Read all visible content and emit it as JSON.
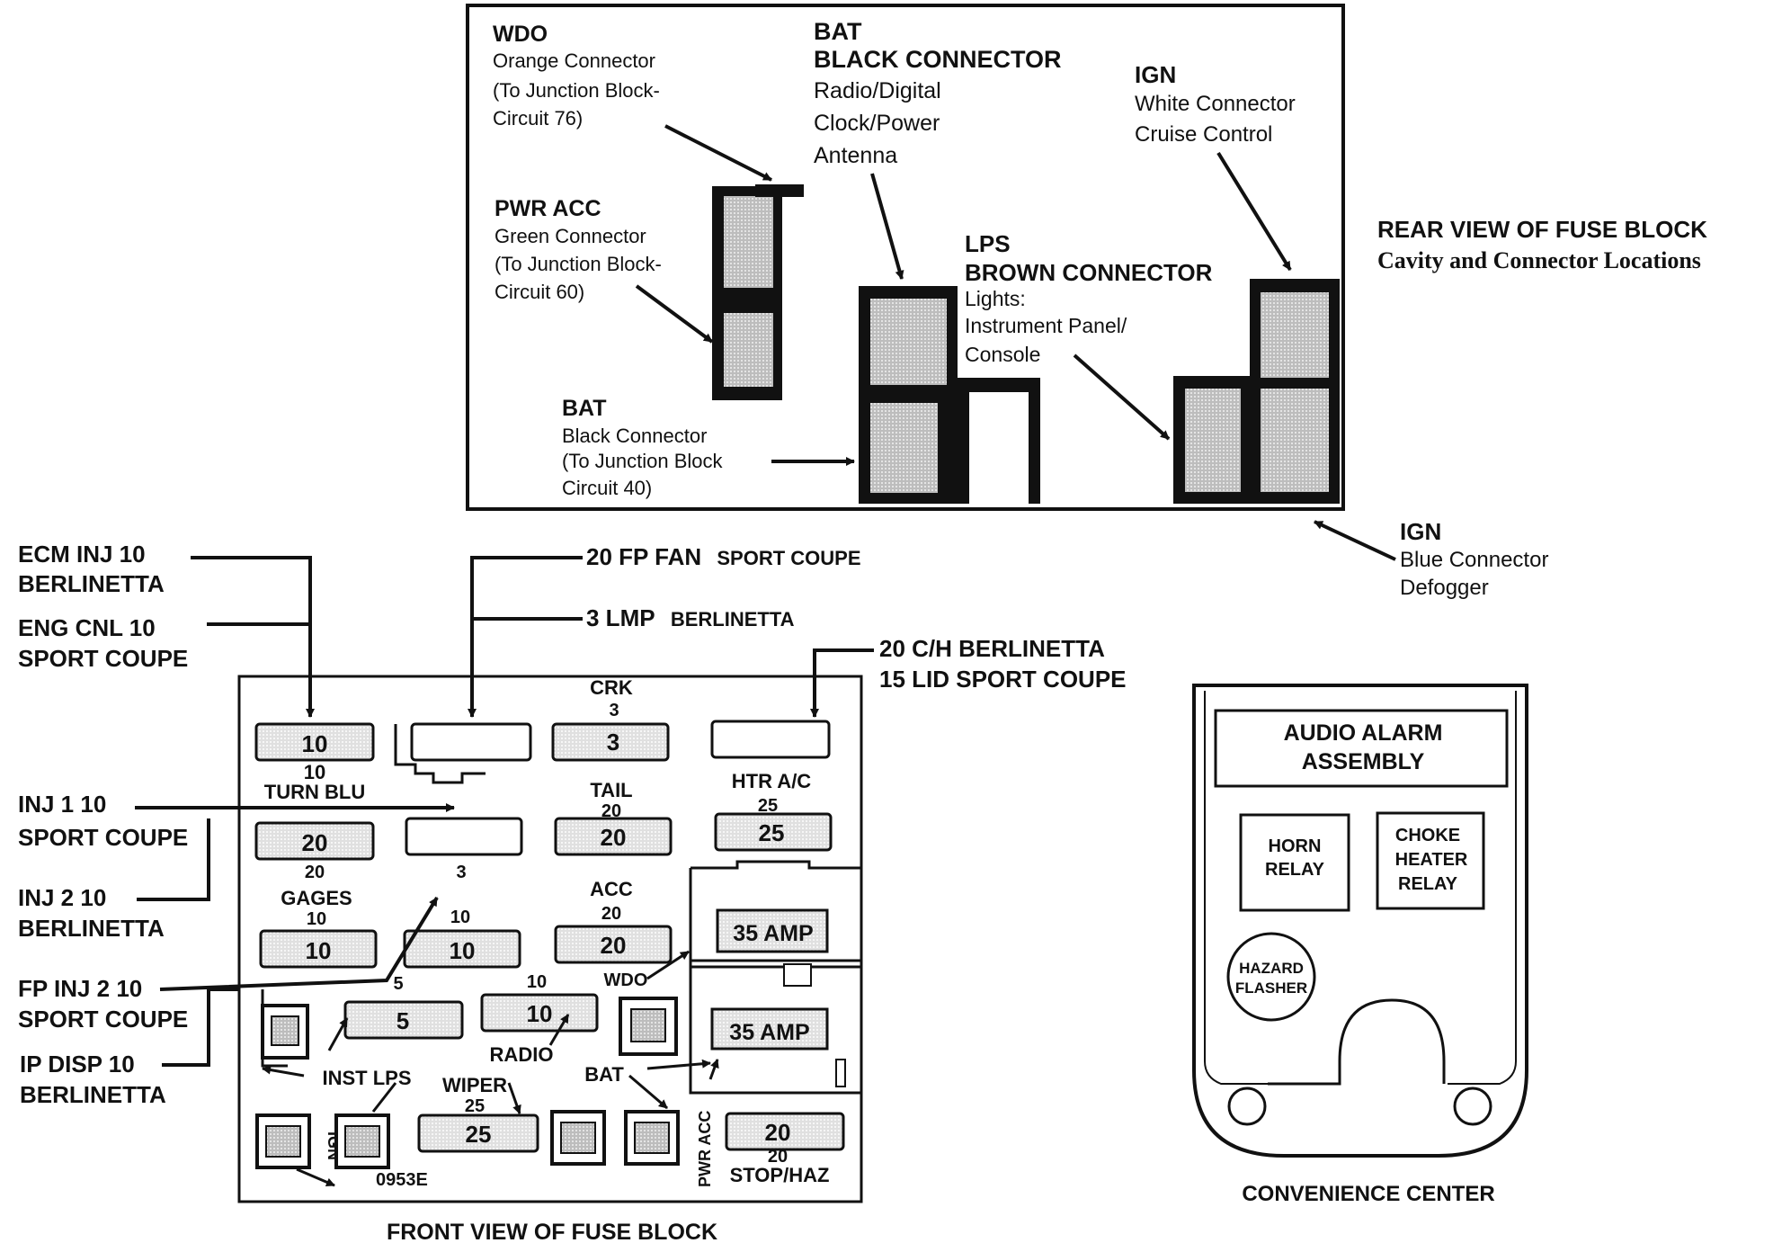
{
  "rear_view": {
    "title": "REAR VIEW OF FUSE BLOCK",
    "subtitle": "Cavity and Connector Locations",
    "wdo": {
      "title": "WDO",
      "lines": [
        "Orange Connector",
        "(To Junction Block-",
        "Circuit 76)"
      ]
    },
    "pwr_acc": {
      "title": "PWR ACC",
      "lines": [
        "Green Connector",
        "(To Junction Block-",
        "Circuit 60)"
      ]
    },
    "bat_lower": {
      "title": "BAT",
      "lines": [
        "Black Connector",
        "(To Junction Block",
        "Circuit 40)"
      ]
    },
    "bat_upper": {
      "title1": "BAT",
      "title2": "BLACK CONNECTOR",
      "lines": [
        "Radio/Digital",
        "Clock/Power",
        "Antenna"
      ]
    },
    "lps": {
      "title1": "LPS",
      "title2": "BROWN CONNECTOR",
      "lines": [
        "Lights:",
        "Instrument Panel/",
        "Console"
      ]
    },
    "ign_white": {
      "title": "IGN",
      "lines": [
        "White Connector",
        "Cruise Control"
      ]
    },
    "ign_blue": {
      "title": "IGN",
      "lines": [
        "Blue Connector",
        "Defogger"
      ]
    }
  },
  "front_view": {
    "title": "FRONT VIEW OF FUSE BLOCK",
    "code": "0953E",
    "callouts_left": [
      {
        "line1": "ECM INJ 10",
        "line2": "BERLINETTA"
      },
      {
        "line1": "ENG CNL 10",
        "line2": "SPORT COUPE"
      },
      {
        "line1": "INJ 1 10",
        "line2": "SPORT COUPE"
      },
      {
        "line1": "INJ 2 10",
        "line2": "BERLINETTA"
      },
      {
        "line1": "FP INJ 2 10",
        "line2": "SPORT COUPE"
      },
      {
        "line1": "IP DISP 10",
        "line2": "BERLINETTA"
      }
    ],
    "callouts_top": [
      {
        "bold": "20 FP FAN",
        "tail": "SPORT COUPE"
      },
      {
        "bold": "3 LMP",
        "tail": "BERLINETTA"
      }
    ],
    "callout_right": {
      "line1": "20 C/H BERLINETTA",
      "line2": "15 LID SPORT COUPE"
    },
    "fuses": {
      "f10": "10",
      "f10_sub": "10",
      "turn_blu": "TURN BLU",
      "crk": "CRK",
      "crk_rating": "3",
      "crk_val": "3",
      "htr_ac": "HTR A/C",
      "htr_rating": "25",
      "htr_val": "25",
      "f20": "20",
      "f20_sub": "20",
      "gages": "GAGES",
      "gages_rating": "10",
      "gages_val": "10",
      "mid_3": "3",
      "mid_10_rating": "10",
      "mid_10_val": "10",
      "tail": "TAIL",
      "tail_rating": "20",
      "tail_val": "20",
      "acc": "ACC",
      "acc_rating": "20",
      "acc_val": "20",
      "amp1": "35 AMP",
      "amp2": "35 AMP",
      "wdo": "WDO",
      "f5_rating": "5",
      "f5_val": "5",
      "inst_lps": "INST LPS",
      "radio_rating": "10",
      "radio_val": "10",
      "radio": "RADIO",
      "bat": "BAT",
      "wiper": "WIPER",
      "wiper_rating": "25",
      "wiper_val": "25",
      "ign": "IGN",
      "pwr_acc": "PWR ACC",
      "stop_val": "20",
      "stop_rating": "20",
      "stop_haz": "STOP/HAZ"
    }
  },
  "convenience_center": {
    "title": "CONVENIENCE CENTER",
    "audio_alarm": [
      "AUDIO ALARM",
      "ASSEMBLY"
    ],
    "horn_relay": [
      "HORN",
      "RELAY"
    ],
    "choke_relay": [
      "CHOKE",
      "HEATER",
      "RELAY"
    ],
    "hazard_flasher": [
      "HAZARD",
      "FLASHER"
    ]
  }
}
